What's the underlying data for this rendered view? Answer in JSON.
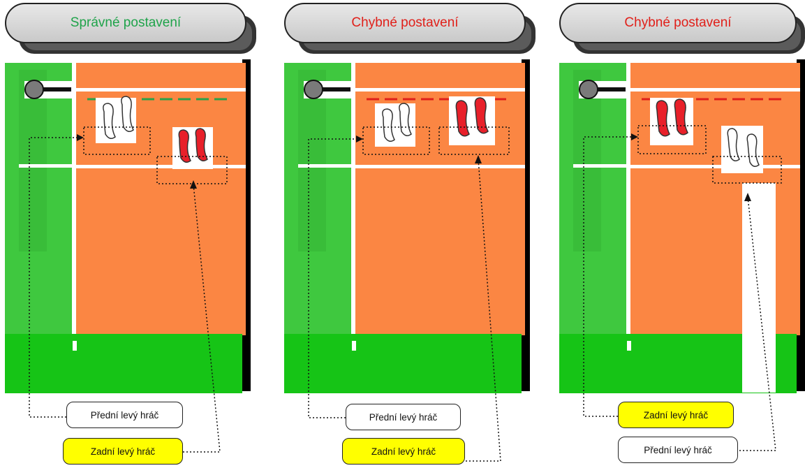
{
  "colors": {
    "correct_title": "#1fa34a",
    "wrong_title": "#e0201a",
    "court": "#fb8643",
    "court_dark": "#e7733a",
    "grass_light": "#3fc83f",
    "grass_dark": "#16c416",
    "highlight": "#ffff00",
    "red_foot": "#e8202a"
  },
  "panels": [
    {
      "title": "Správné postavení",
      "title_color": "#1fa34a",
      "label_top": {
        "text": "Přední levý hráč",
        "style": "white"
      },
      "label_bottom": {
        "text": "Zadní levý hráč",
        "style": "yellow"
      }
    },
    {
      "title": "Chybné postavení",
      "title_color": "#e0201a",
      "label_top": {
        "text": "Přední levý hráč",
        "style": "white"
      },
      "label_bottom": {
        "text": "Zadní levý hráč",
        "style": "yellow"
      }
    },
    {
      "title": "Chybné postavení",
      "title_color": "#e0201a",
      "label_top": {
        "text": "Zadní levý hráč",
        "style": "yellow"
      },
      "label_bottom": {
        "text": "Přední levý hráč",
        "style": "white"
      }
    }
  ]
}
